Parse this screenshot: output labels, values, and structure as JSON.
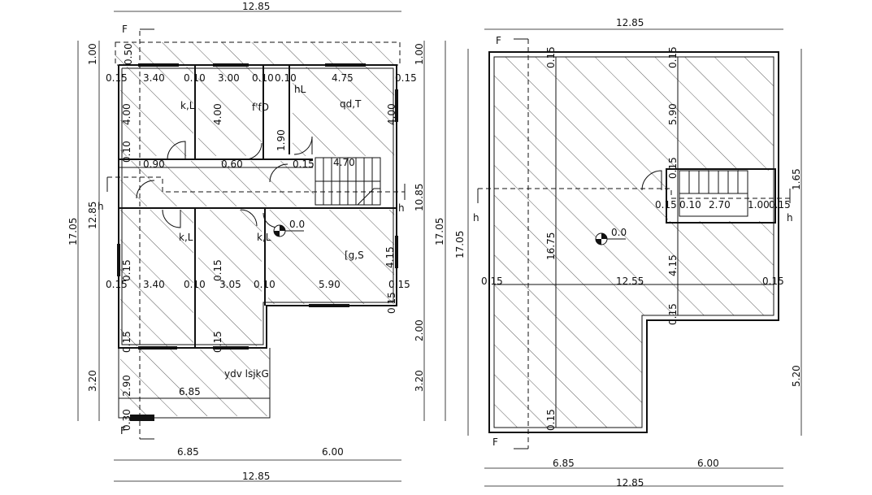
{
  "left_plan": {
    "top_dim": "12.85",
    "bottom_dim": "12.85",
    "bottom_dims": [
      "6.85",
      "6.00"
    ],
    "left_dims": [
      "1.00",
      "12.85",
      "17.05",
      "3.20"
    ],
    "right_dims": [
      "1.00",
      "10.85",
      "17.05",
      "2.00",
      "3.20"
    ],
    "section_labels": [
      "F",
      "F",
      "h",
      "h"
    ],
    "row1_dims": [
      "0.15",
      "3.40",
      "0.10",
      "3.00",
      "0.10",
      "0.10",
      "4.75",
      "0.15"
    ],
    "row1_vert": [
      "0.50",
      "4.00",
      "4.00",
      "4.00",
      "1.90"
    ],
    "row2_dims": [
      "0.15",
      "3.40",
      "0.10",
      "3.05",
      "0.10",
      "5.90",
      "0.15"
    ],
    "corridor": [
      "0.90",
      "0.60",
      "4.70",
      "0.15"
    ],
    "vert_misc": [
      "0.10",
      "0.15",
      "0.15",
      "0.15",
      "0.15",
      "0.15",
      "4.15",
      "2.90",
      "0.30"
    ],
    "porch_dim": "6.85",
    "level": "0.0",
    "rooms": [
      "k,L",
      "f'fD",
      "qd,T",
      "hL",
      "k,L",
      "k,L",
      "[g,S",
      "ydv lsjkG"
    ]
  },
  "right_plan": {
    "top_dim": "12.85",
    "bottom_dim": "12.85",
    "bottom_dims": [
      "6.85",
      "6.00"
    ],
    "left_dim": "17.05",
    "right_dims": [
      "1.65",
      "5.20"
    ],
    "section_labels": [
      "F",
      "F",
      "h",
      "h"
    ],
    "horiz": [
      "0.15",
      "12.55",
      "0.15"
    ],
    "vert": [
      "0.15",
      "5.90",
      "0.15",
      "16.75",
      "4.15",
      "0.15",
      "0.15",
      "0.15"
    ],
    "stair_dims": [
      "0.15",
      "0.10",
      "2.70",
      "1.00",
      "0.15"
    ],
    "level": "0.0"
  }
}
